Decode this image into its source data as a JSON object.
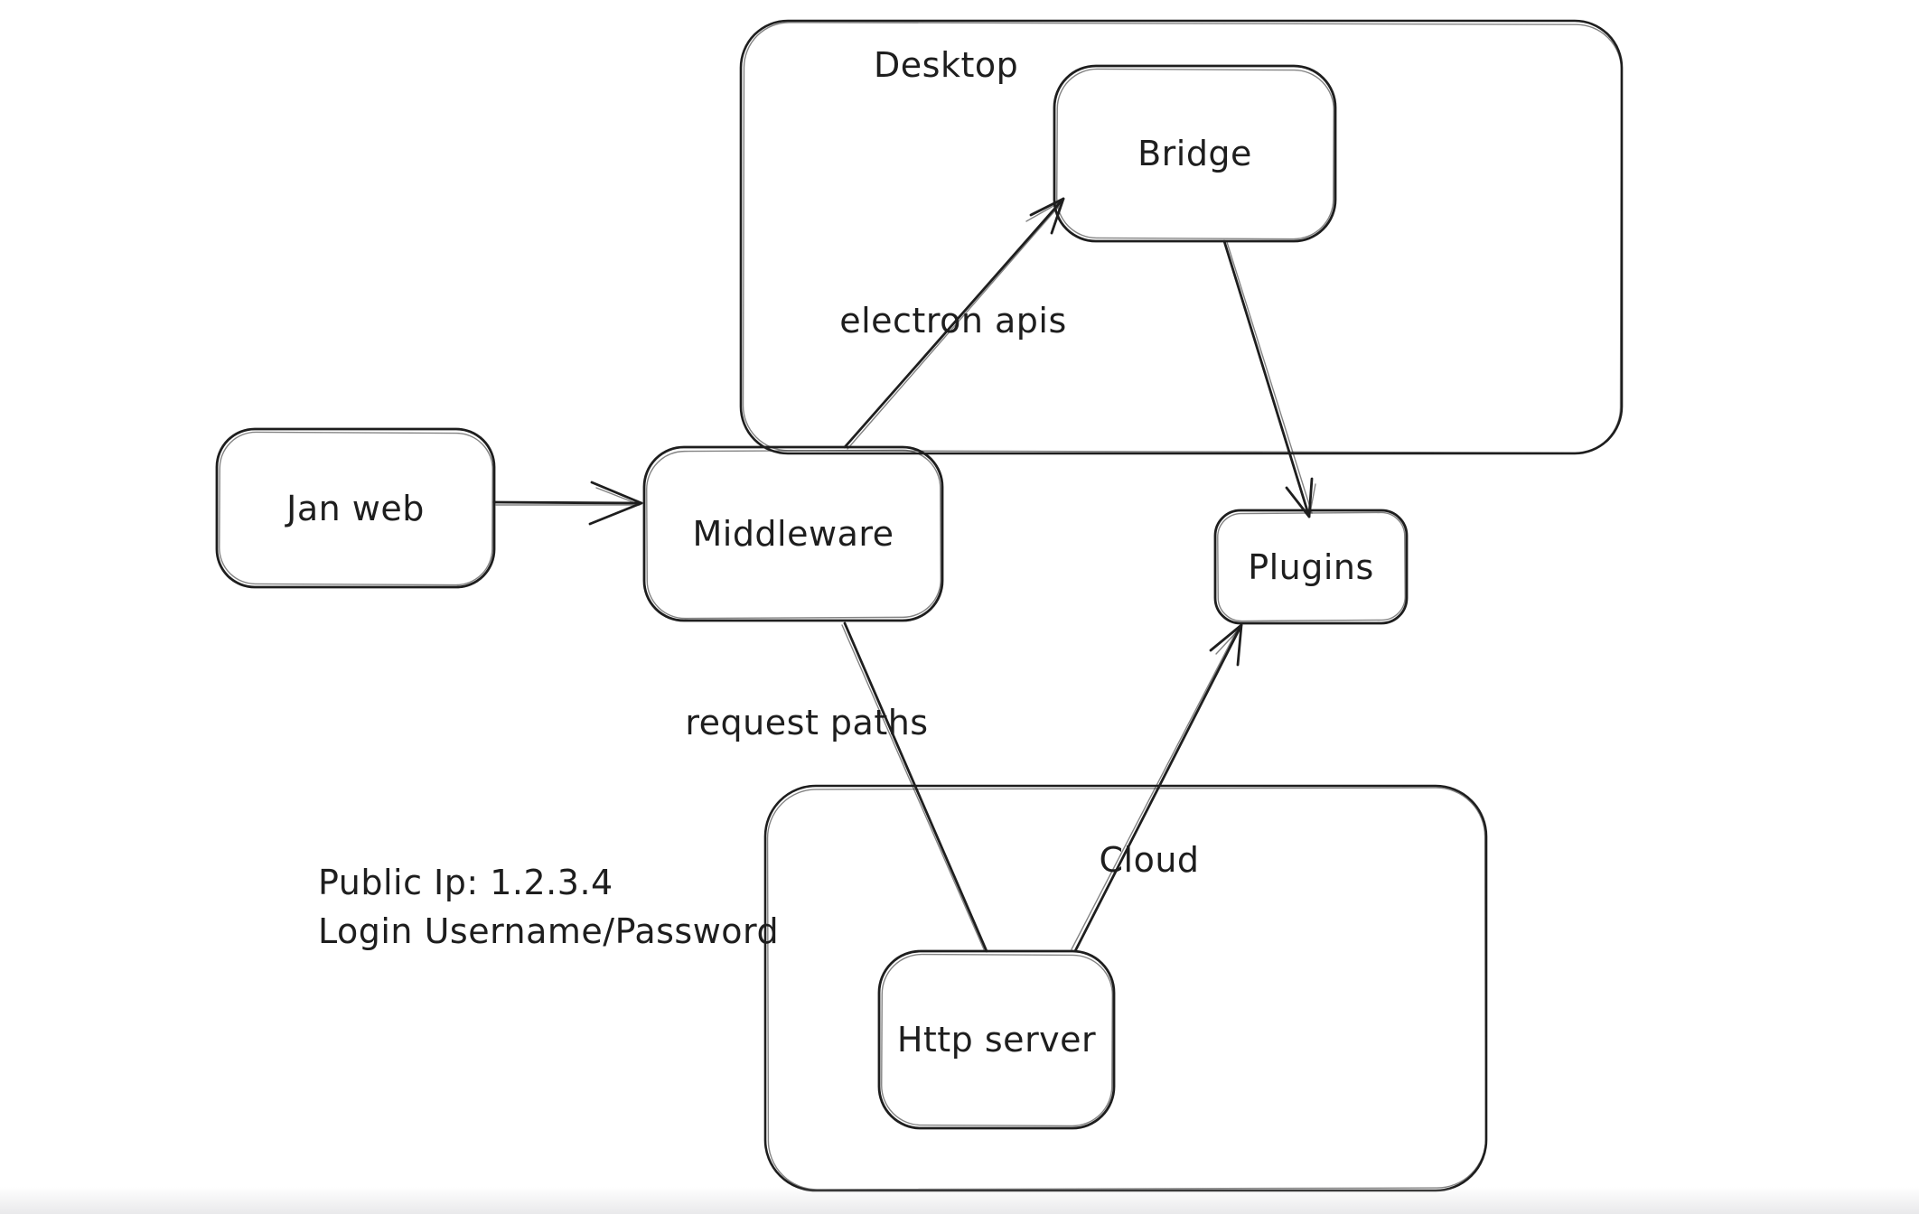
{
  "canvas": {
    "background": "#ffffff",
    "stroke_color": "#1e1e1e",
    "bottom_fade_color": "#e9e9eb"
  },
  "containers": {
    "desktop": {
      "label": "Desktop"
    },
    "cloud": {
      "label": "Cloud"
    }
  },
  "nodes": {
    "jan_web": {
      "label": "Jan web"
    },
    "middleware": {
      "label": "Middleware"
    },
    "bridge": {
      "label": "Bridge"
    },
    "plugins": {
      "label": "Plugins"
    },
    "http_server": {
      "label": "Http server"
    }
  },
  "edges": {
    "jan_web_to_middleware": {
      "from": "Jan web",
      "to": "Middleware",
      "label": ""
    },
    "middleware_to_bridge": {
      "from": "Middleware",
      "to": "Bridge",
      "label": "electron apis"
    },
    "bridge_to_plugins": {
      "from": "Bridge",
      "to": "Plugins",
      "label": ""
    },
    "middleware_to_http_server": {
      "from": "Middleware",
      "to": "Http server",
      "label": "request paths"
    },
    "http_server_to_plugins": {
      "from": "Http server",
      "to": "Plugins",
      "label": ""
    }
  },
  "annotations": {
    "public_ip": "Public Ip: 1.2.3.4",
    "login": "Login Username/Password"
  }
}
